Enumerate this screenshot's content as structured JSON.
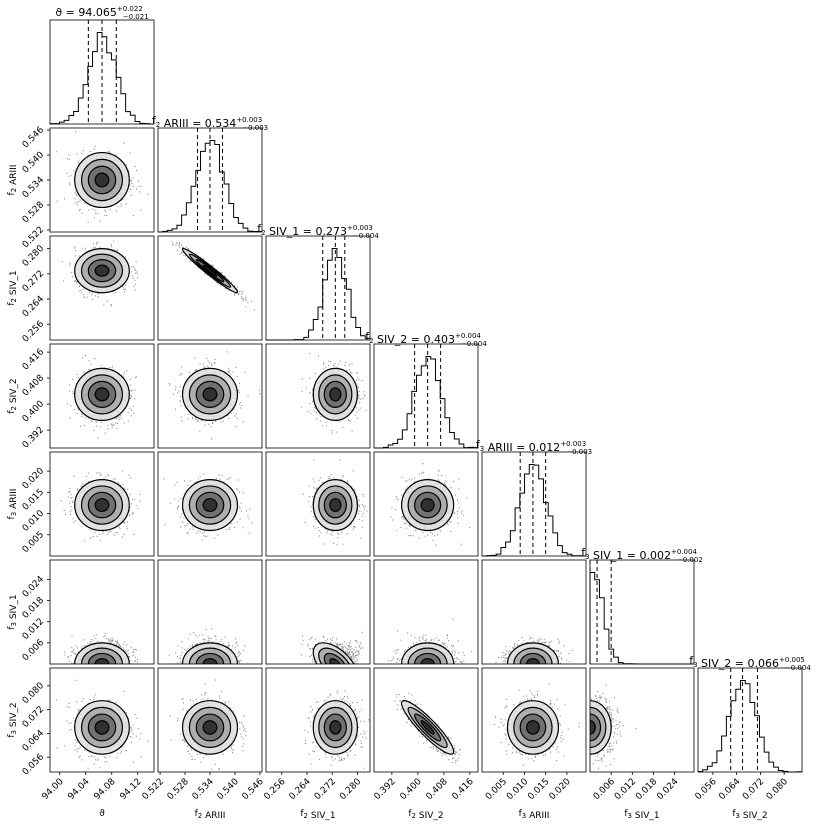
{
  "chart_data": {
    "type": "corner",
    "parameters": [
      {
        "key": "theta",
        "label_main": "ϑ",
        "label_sub": "",
        "label_rest": "",
        "short_title": "ϑ",
        "range": [
          93.985,
          94.145
        ],
        "ticks": [
          94.0,
          94.04,
          94.08,
          94.12
        ],
        "tick_labels": [
          "94.00",
          "94.04",
          "94.08",
          "94.12"
        ],
        "median": 94.065,
        "plus": 0.022,
        "minus": 0.021,
        "title_value": "94.065",
        "title_plus": "+0.022",
        "title_minus": "−0.021",
        "sigma": 0.021
      },
      {
        "key": "f2_ARIII",
        "label_main": "f",
        "label_sub": "2",
        "label_rest": " ARIII",
        "range": [
          0.5215,
          0.5465
        ],
        "ticks": [
          0.522,
          0.528,
          0.534,
          0.54,
          0.546
        ],
        "tick_labels": [
          "0.522",
          "0.528",
          "0.534",
          "0.540",
          "0.546"
        ],
        "median": 0.534,
        "plus": 0.003,
        "minus": 0.003,
        "title_value": "0.534",
        "title_plus": "+0.003",
        "title_minus": "−0.003",
        "sigma": 0.0033
      },
      {
        "key": "f2_SIV_1",
        "label_main": "f",
        "label_sub": "2",
        "label_rest": " SIV_1",
        "range": [
          0.251,
          0.284
        ],
        "ticks": [
          0.256,
          0.264,
          0.272,
          0.28
        ],
        "tick_labels": [
          "0.256",
          "0.264",
          "0.272",
          "0.280"
        ],
        "median": 0.273,
        "plus": 0.003,
        "minus": 0.004,
        "title_value": "0.273",
        "title_plus": "+0.003",
        "title_minus": "−0.004",
        "sigma": 0.0035
      },
      {
        "key": "f2_SIV_2",
        "label_main": "f",
        "label_sub": "2",
        "label_rest": " SIV_2",
        "range": [
          0.3865,
          0.4185
        ],
        "ticks": [
          0.392,
          0.4,
          0.408,
          0.416
        ],
        "tick_labels": [
          "0.392",
          "0.400",
          "0.408",
          "0.416"
        ],
        "median": 0.403,
        "plus": 0.004,
        "minus": 0.004,
        "title_value": "0.403",
        "title_plus": "+0.004",
        "title_minus": "−0.004",
        "sigma": 0.004
      },
      {
        "key": "f3_ARIII",
        "label_main": "f",
        "label_sub": "3",
        "label_rest": " ARIII",
        "range": [
          0.0,
          0.0245
        ],
        "ticks": [
          0.005,
          0.01,
          0.015,
          0.02
        ],
        "tick_labels": [
          "0.005",
          "0.010",
          "0.015",
          "0.020"
        ],
        "median": 0.012,
        "plus": 0.003,
        "minus": 0.003,
        "title_value": "0.012",
        "title_plus": "+0.003",
        "title_minus": "−0.003",
        "sigma": 0.003
      },
      {
        "key": "f3_SIV_1",
        "label_main": "f",
        "label_sub": "3",
        "label_rest": " SIV_1",
        "range": [
          0.0,
          0.0295
        ],
        "ticks": [
          0.006,
          0.012,
          0.018,
          0.024
        ],
        "tick_labels": [
          "0.006",
          "0.012",
          "0.018",
          "0.024"
        ],
        "median": 0.002,
        "plus": 0.004,
        "minus": 0.002,
        "title_value": "0.002",
        "title_plus": "+0.004",
        "title_minus": "−0.002",
        "sigma": 0.003
      },
      {
        "key": "f3_SIV_2",
        "label_main": "f",
        "label_sub": "3",
        "label_rest": " SIV_2",
        "range": [
          0.051,
          0.086
        ],
        "ticks": [
          0.056,
          0.064,
          0.072,
          0.08
        ],
        "tick_labels": [
          "0.056",
          "0.064",
          "0.072",
          "0.080"
        ],
        "median": 0.066,
        "plus": 0.005,
        "minus": 0.004,
        "title_value": "0.066",
        "title_plus": "+0.005",
        "title_minus": "−0.004",
        "sigma": 0.0045
      }
    ],
    "correlations": [
      {
        "i": 2,
        "j": 1,
        "rho": -0.97
      },
      {
        "i": 5,
        "j": 2,
        "rho": -0.55
      },
      {
        "i": 6,
        "j": 3,
        "rho": -0.9
      }
    ],
    "quantile_lines": "dashed",
    "grid": false
  }
}
